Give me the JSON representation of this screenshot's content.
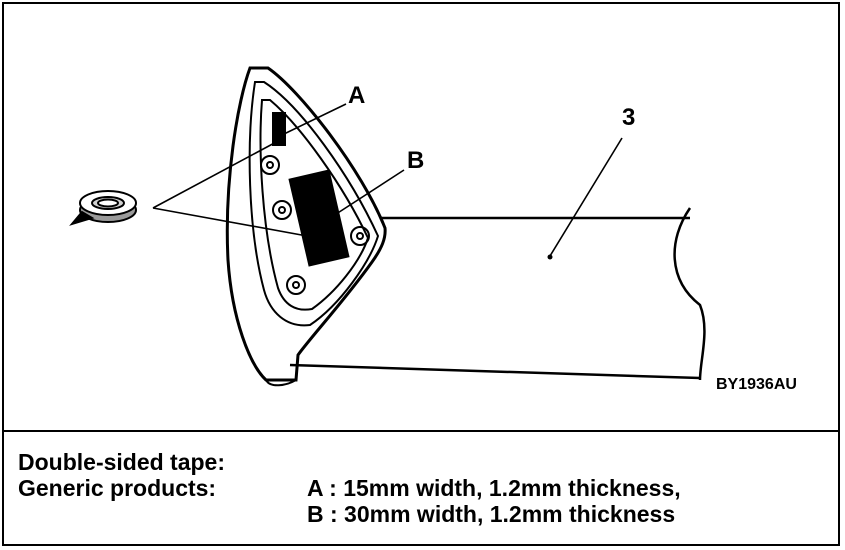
{
  "figure": {
    "labels": {
      "a": "A",
      "b": "B",
      "part_number": "3"
    },
    "figure_code": "BY1936AU"
  },
  "caption": {
    "heading": "Double-sided tape:",
    "products_label": "Generic products:",
    "spec_a": "A : 15mm width, 1.2mm thickness,",
    "spec_b": "B : 30mm width, 1.2mm thickness"
  }
}
